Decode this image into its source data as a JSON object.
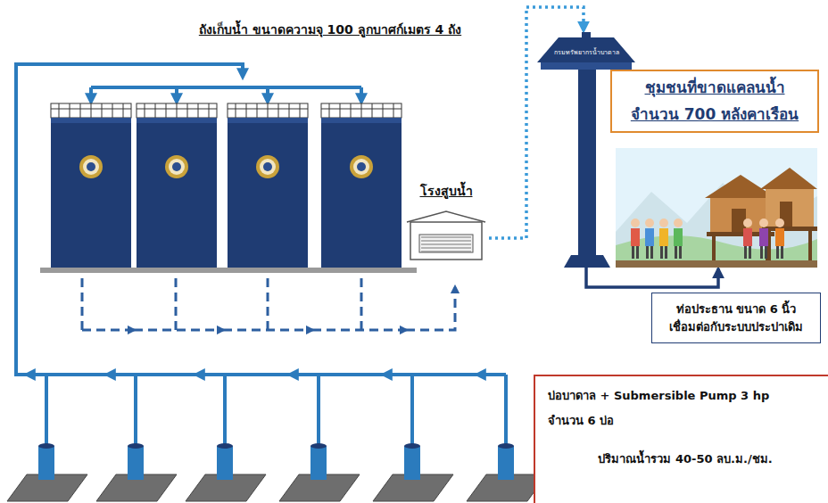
{
  "diagram": {
    "title": "ถังเก็บน้ำ ขนาดความจุ 100 ลูกบาศก์เมตร 4 ถัง",
    "nodes": [
      {
        "text": [
          "โรงสูบน้ำ"
        ]
      },
      {
        "text": [
          "กรมทรัพยากรน้ำบาดาล"
        ]
      },
      {
        "text": [
          "ชุมชนที่ขาดแคลนน้ำ",
          "จำนวน 700 หลังคาเรือน"
        ]
      },
      {
        "text": [
          "ท่อประธาน ขนาด 6 นิ้ว",
          "เชื่อมต่อกับระบบประปาเดิม"
        ]
      },
      {
        "text": [
          "บ่อบาดาล + Submersible Pump 3 hp",
          "จำนวน 6 บ่อ",
          "ปริมาณน้ำรวม 40-50 ลบ.ม./ชม."
        ]
      }
    ],
    "edges": [
      {
        "from": 0,
        "to": 1,
        "arrow": "to"
      },
      {
        "from": 1,
        "to": 2,
        "arrow": "to"
      }
    ]
  }
}
